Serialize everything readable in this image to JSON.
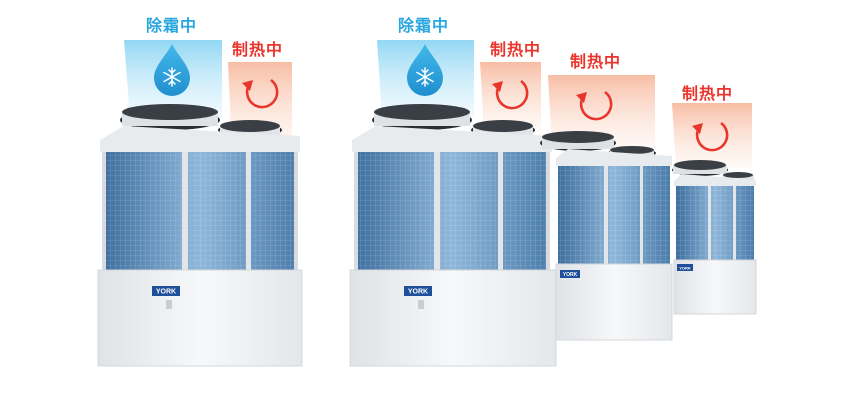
{
  "labels": {
    "defrost": "除霜中",
    "heating": "制热中"
  },
  "units": [
    {
      "name": "unit-1",
      "mode": "defrost"
    },
    {
      "name": "unit-2",
      "mode": "heating"
    },
    {
      "name": "unit-3",
      "mode": "defrost"
    },
    {
      "name": "unit-4",
      "mode": "heating"
    },
    {
      "name": "unit-5",
      "mode": "heating"
    },
    {
      "name": "unit-6",
      "mode": "heating"
    }
  ],
  "brand": "YORK",
  "colors": {
    "defrost": "#2aa7df",
    "heating": "#e8362c",
    "coil": "#5d89b5"
  },
  "icons": {
    "defrost": "snowflake-drop-icon",
    "heating": "rotate-arrow-icon"
  }
}
